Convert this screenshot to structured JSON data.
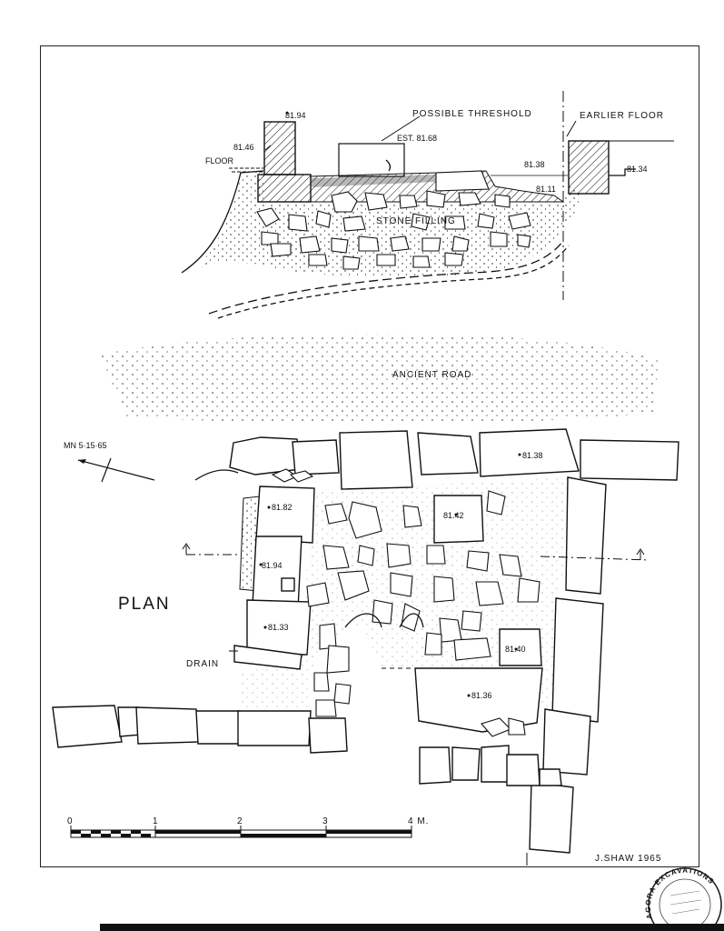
{
  "section": {
    "labels": {
      "floor": "FLOOR",
      "possible_threshold": "POSSIBLE THRESHOLD",
      "earlier_floor": "EARLIER FLOOR",
      "stone_filling": "STONE FILLING"
    },
    "elevations": {
      "wall_top": "81.94",
      "floor_level": "81.46",
      "threshold_est": "EST. 81.68",
      "right_floor": "81.38",
      "low_point": "81.11",
      "earlier_floor_level": "81.34"
    }
  },
  "road": {
    "label": "ANCIENT ROAD"
  },
  "plan": {
    "title": "PLAN",
    "north_arrow": "MN  5·15·65",
    "drain": "DRAIN",
    "elevations": {
      "top_block": "81.38",
      "center_block": "81.42",
      "left_upper": "81.82",
      "left_middle": "81.94",
      "left_lower": "81.33",
      "right_block": "81.40",
      "bottom_block": "81.36"
    }
  },
  "scale": {
    "ticks": [
      "0",
      "1",
      "2",
      "3",
      "4 M."
    ]
  },
  "credit": "J.SHAW   1965",
  "stamp": "AGORA EXCAVATIONS"
}
